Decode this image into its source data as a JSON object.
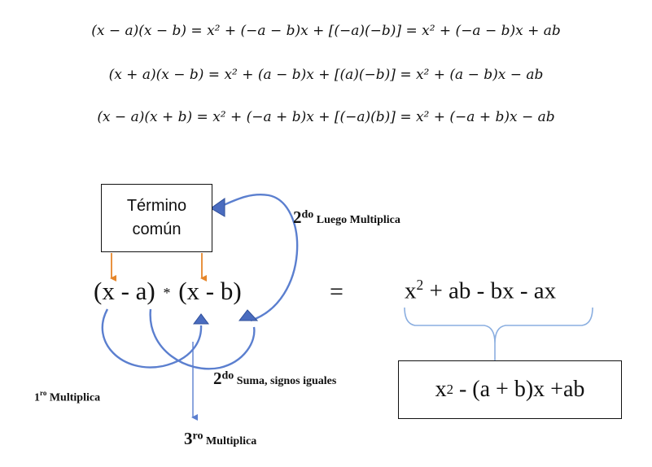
{
  "equations": [
    "(x − a)(x − b) = x² + (−a − b)x + [(−a)(−b)] = x² + (−a − b)x + ab",
    "(x + a)(x − b) = x² + (a − b)x + [(a)(−b)] = x² + (a − b)x − ab",
    "(x − a)(x + b) = x² + (−a + b)x + [(−a)(b)] = x² + (−a + b)x − ab"
  ],
  "common_term_box": {
    "line1": "Término",
    "line2": "común"
  },
  "main_expression": {
    "left_factor": "(x - a)",
    "operator": "*",
    "right_factor": "(x - b)"
  },
  "equals": "=",
  "expanded": {
    "x": "x",
    "exp": "2",
    "rest": "+ ab -  bx - ax"
  },
  "result": {
    "x": "x",
    "exp": "2",
    "rest": " - (a + b)x +ab"
  },
  "labels": {
    "luego": {
      "num": "2",
      "sup": "do",
      "text": " Luego Multiplica"
    },
    "suma": {
      "num": "2",
      "sup": "do",
      "text": " Suma, signos iguales"
    },
    "primero": {
      "num": "1",
      "sup": "ro",
      "text": " Multiplica"
    },
    "tercero": {
      "num": "3",
      "sup": "ro",
      "text": " Multiplica"
    }
  },
  "colors": {
    "arrow_blue": "#5b7fcf",
    "arrow_orange": "#e6862a",
    "text": "#111111",
    "bracket": "#8aaee0"
  }
}
